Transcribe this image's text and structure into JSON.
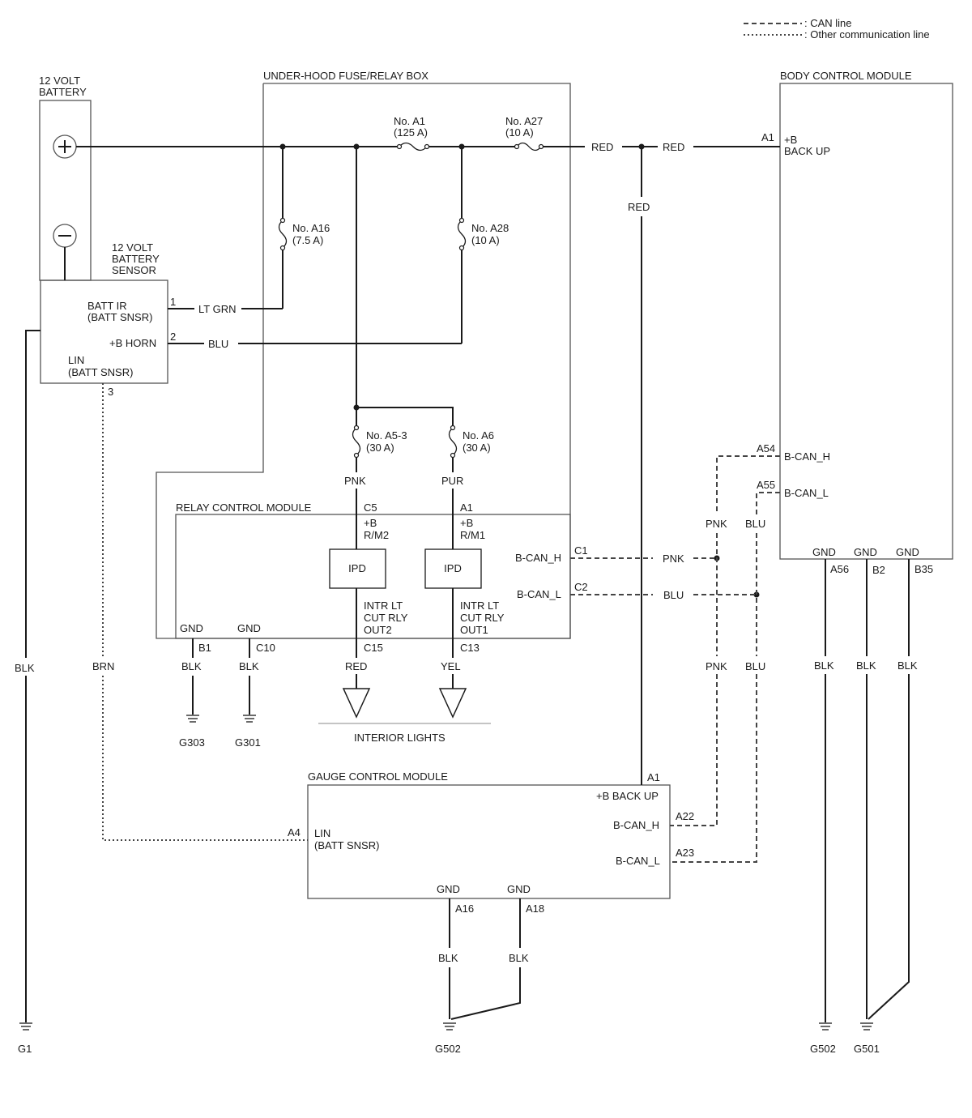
{
  "legend": {
    "can_line": ": CAN line",
    "other_line": ": Other communication line"
  },
  "battery": {
    "title_1": "12 VOLT",
    "title_2": "BATTERY",
    "plus_icon": "plus",
    "minus_icon": "minus"
  },
  "battery_sensor": {
    "title_1": "12 VOLT",
    "title_2": "BATTERY",
    "title_3": "SENSOR",
    "batt_ir_1": "BATT IR",
    "batt_ir_2": "(BATT SNSR)",
    "b_horn": "+B HORN",
    "lin_1": "LIN",
    "lin_2": "(BATT SNSR)",
    "pin1": "1",
    "pin2": "2",
    "pin3": "3"
  },
  "fuse_box": {
    "title": "UNDER-HOOD FUSE/RELAY BOX",
    "a1_1": "No. A1",
    "a1_2": "(125 A)",
    "a27_1": "No. A27",
    "a27_2": "(10 A)",
    "a16_1": "No. A16",
    "a16_2": "(7.5 A)",
    "a28_1": "No. A28",
    "a28_2": "(10 A)",
    "a53_1": "No. A5-3",
    "a53_2": "(30 A)",
    "a6_1": "No. A6",
    "a6_2": "(30 A)"
  },
  "bcm": {
    "title": "BODY CONTROL MODULE",
    "a1": "A1",
    "b_1": "+B",
    "b_2": "BACK UP",
    "a54": "A54",
    "can_h": "B-CAN_H",
    "a55": "A55",
    "can_l": "B-CAN_L",
    "gnd": "GND",
    "a56": "A56",
    "b2": "B2",
    "b35": "B35"
  },
  "rcm": {
    "title": "RELAY CONTROL MODULE",
    "c5": "C5",
    "a1": "A1",
    "b_m2_1": "+B",
    "b_m2_2": "R/M2",
    "b_m1_1": "+B",
    "b_m1_2": "R/M1",
    "ipd": "IPD",
    "can_h": "B-CAN_H",
    "c1": "C1",
    "can_l": "B-CAN_L",
    "c2": "C2",
    "out2_1": "INTR LT",
    "out2_2": "CUT RLY",
    "out2_3": "OUT2",
    "out1_1": "INTR LT",
    "out1_2": "CUT RLY",
    "out1_3": "OUT1",
    "gnd": "GND",
    "b1": "B1",
    "c10": "C10",
    "c15": "C15",
    "c13": "C13"
  },
  "gcm": {
    "title": "GAUGE CONTROL MODULE",
    "a1": "A1",
    "b_backup": "+B BACK UP",
    "a22": "A22",
    "can_h": "B-CAN_H",
    "a23": "A23",
    "can_l": "B-CAN_L",
    "a4": "A4",
    "lin_1": "LIN",
    "lin_2": "(BATT SNSR)",
    "gnd": "GND",
    "a16": "A16",
    "a18": "A18"
  },
  "wires": {
    "red": "RED",
    "lt_grn": "LT GRN",
    "blu": "BLU",
    "pnk": "PNK",
    "pur": "PUR",
    "yel": "YEL",
    "blk": "BLK",
    "brn": "BRN"
  },
  "grounds": {
    "g1": "G1",
    "g303": "G303",
    "g301": "G301",
    "g502": "G502",
    "g501": "G501"
  },
  "interior_lights": "INTERIOR LIGHTS"
}
